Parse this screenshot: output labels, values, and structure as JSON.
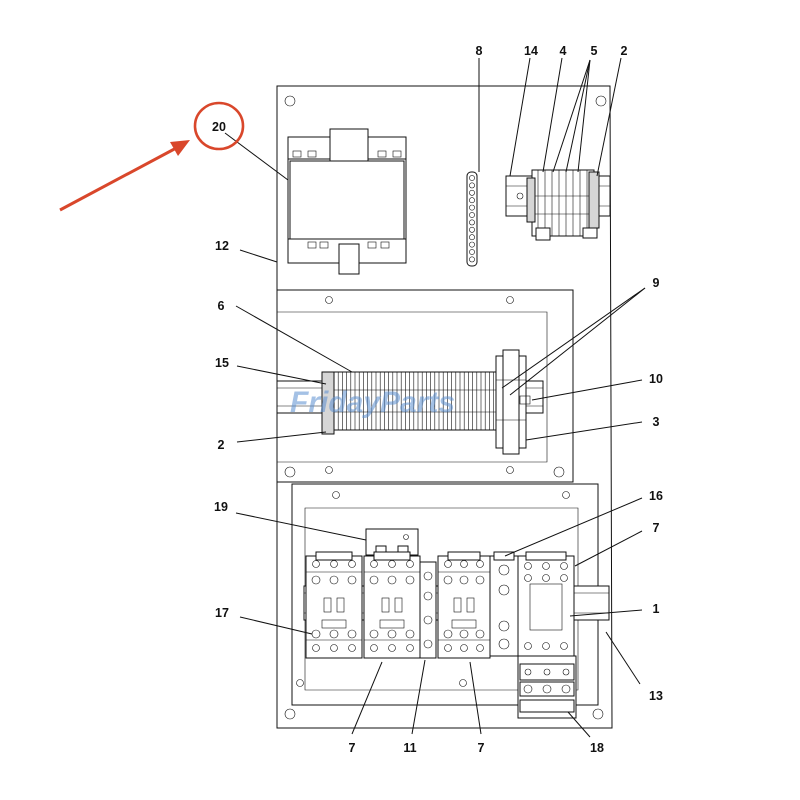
{
  "diagram": {
    "callouts": {
      "c1": "1",
      "c2a": "2",
      "c2b": "2",
      "c3": "3",
      "c4": "4",
      "c5": "5",
      "c6": "6",
      "c7a": "7",
      "c7b": "7",
      "c7c": "7",
      "c8": "8",
      "c9": "9",
      "c10": "10",
      "c11": "11",
      "c12": "12",
      "c13": "13",
      "c14": "14",
      "c15": "15",
      "c16": "16",
      "c17": "17",
      "c18": "18",
      "c19": "19",
      "c20": "20"
    },
    "highlight_callout": "20",
    "watermark": "FridayParts",
    "colors": {
      "highlight": "#d9472b",
      "watermark": "#5b8fd1",
      "line": "#111111"
    }
  }
}
